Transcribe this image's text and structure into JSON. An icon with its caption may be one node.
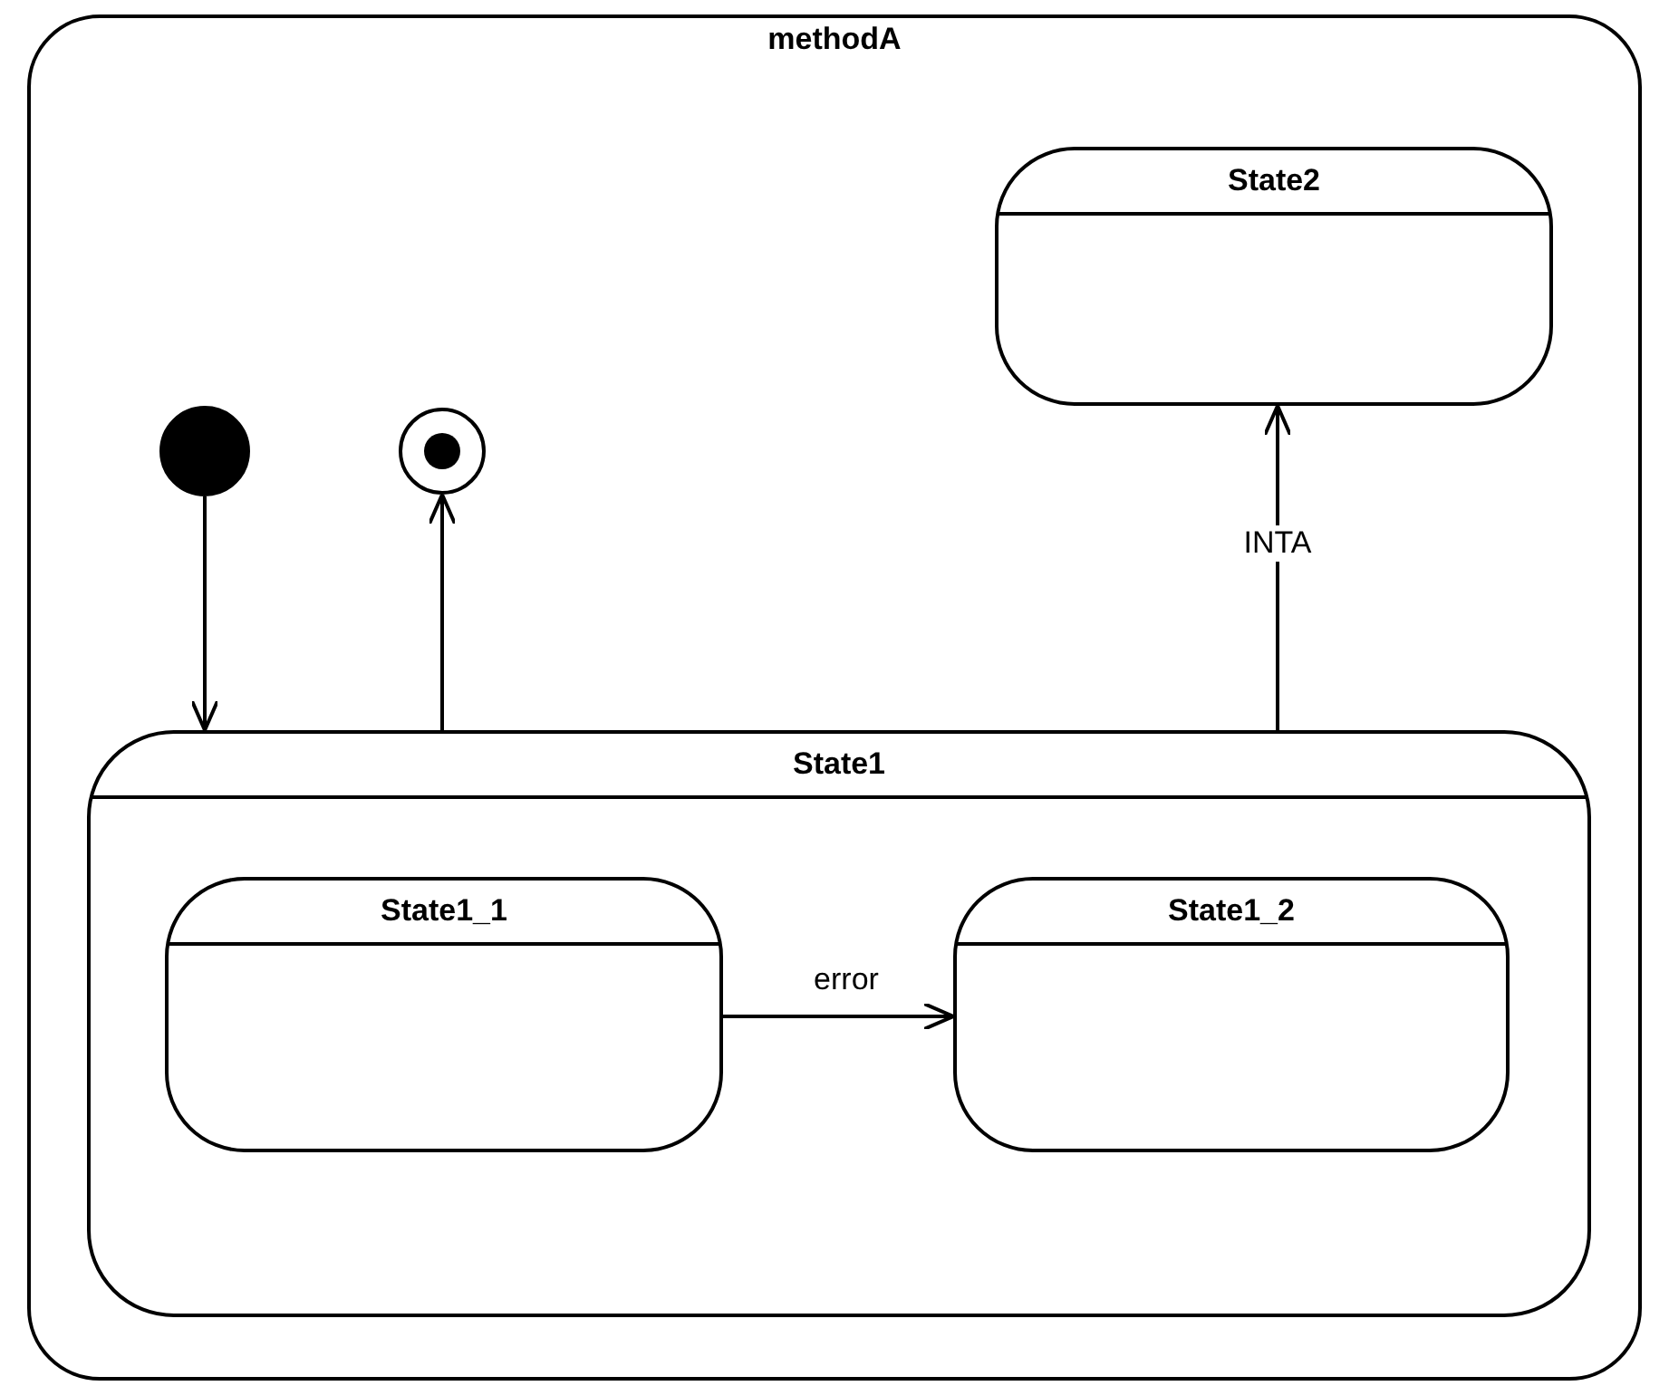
{
  "diagram": {
    "nodes": [
      {
        "text": [
          "methodA"
        ]
      },
      {
        "text": [
          "State2"
        ],
        "in": 0
      },
      {
        "text": [],
        "shape": "circle",
        "in": 0
      },
      {
        "text": [],
        "shape": "bullseye",
        "in": 0
      },
      {
        "text": [
          "State1"
        ],
        "in": 0
      },
      {
        "text": [
          "State1_1"
        ],
        "in": 4
      },
      {
        "text": [
          "State1_2"
        ],
        "in": 4
      }
    ],
    "edges": [
      {
        "from": 2,
        "to": 4,
        "arrow": "to"
      },
      {
        "from": 4,
        "to": 3,
        "arrow": "to"
      },
      {
        "from": 4,
        "to": 1,
        "arrow": "to",
        "label": "INTA"
      },
      {
        "from": 5,
        "to": 6,
        "arrow": "to",
        "label": "error"
      }
    ]
  }
}
